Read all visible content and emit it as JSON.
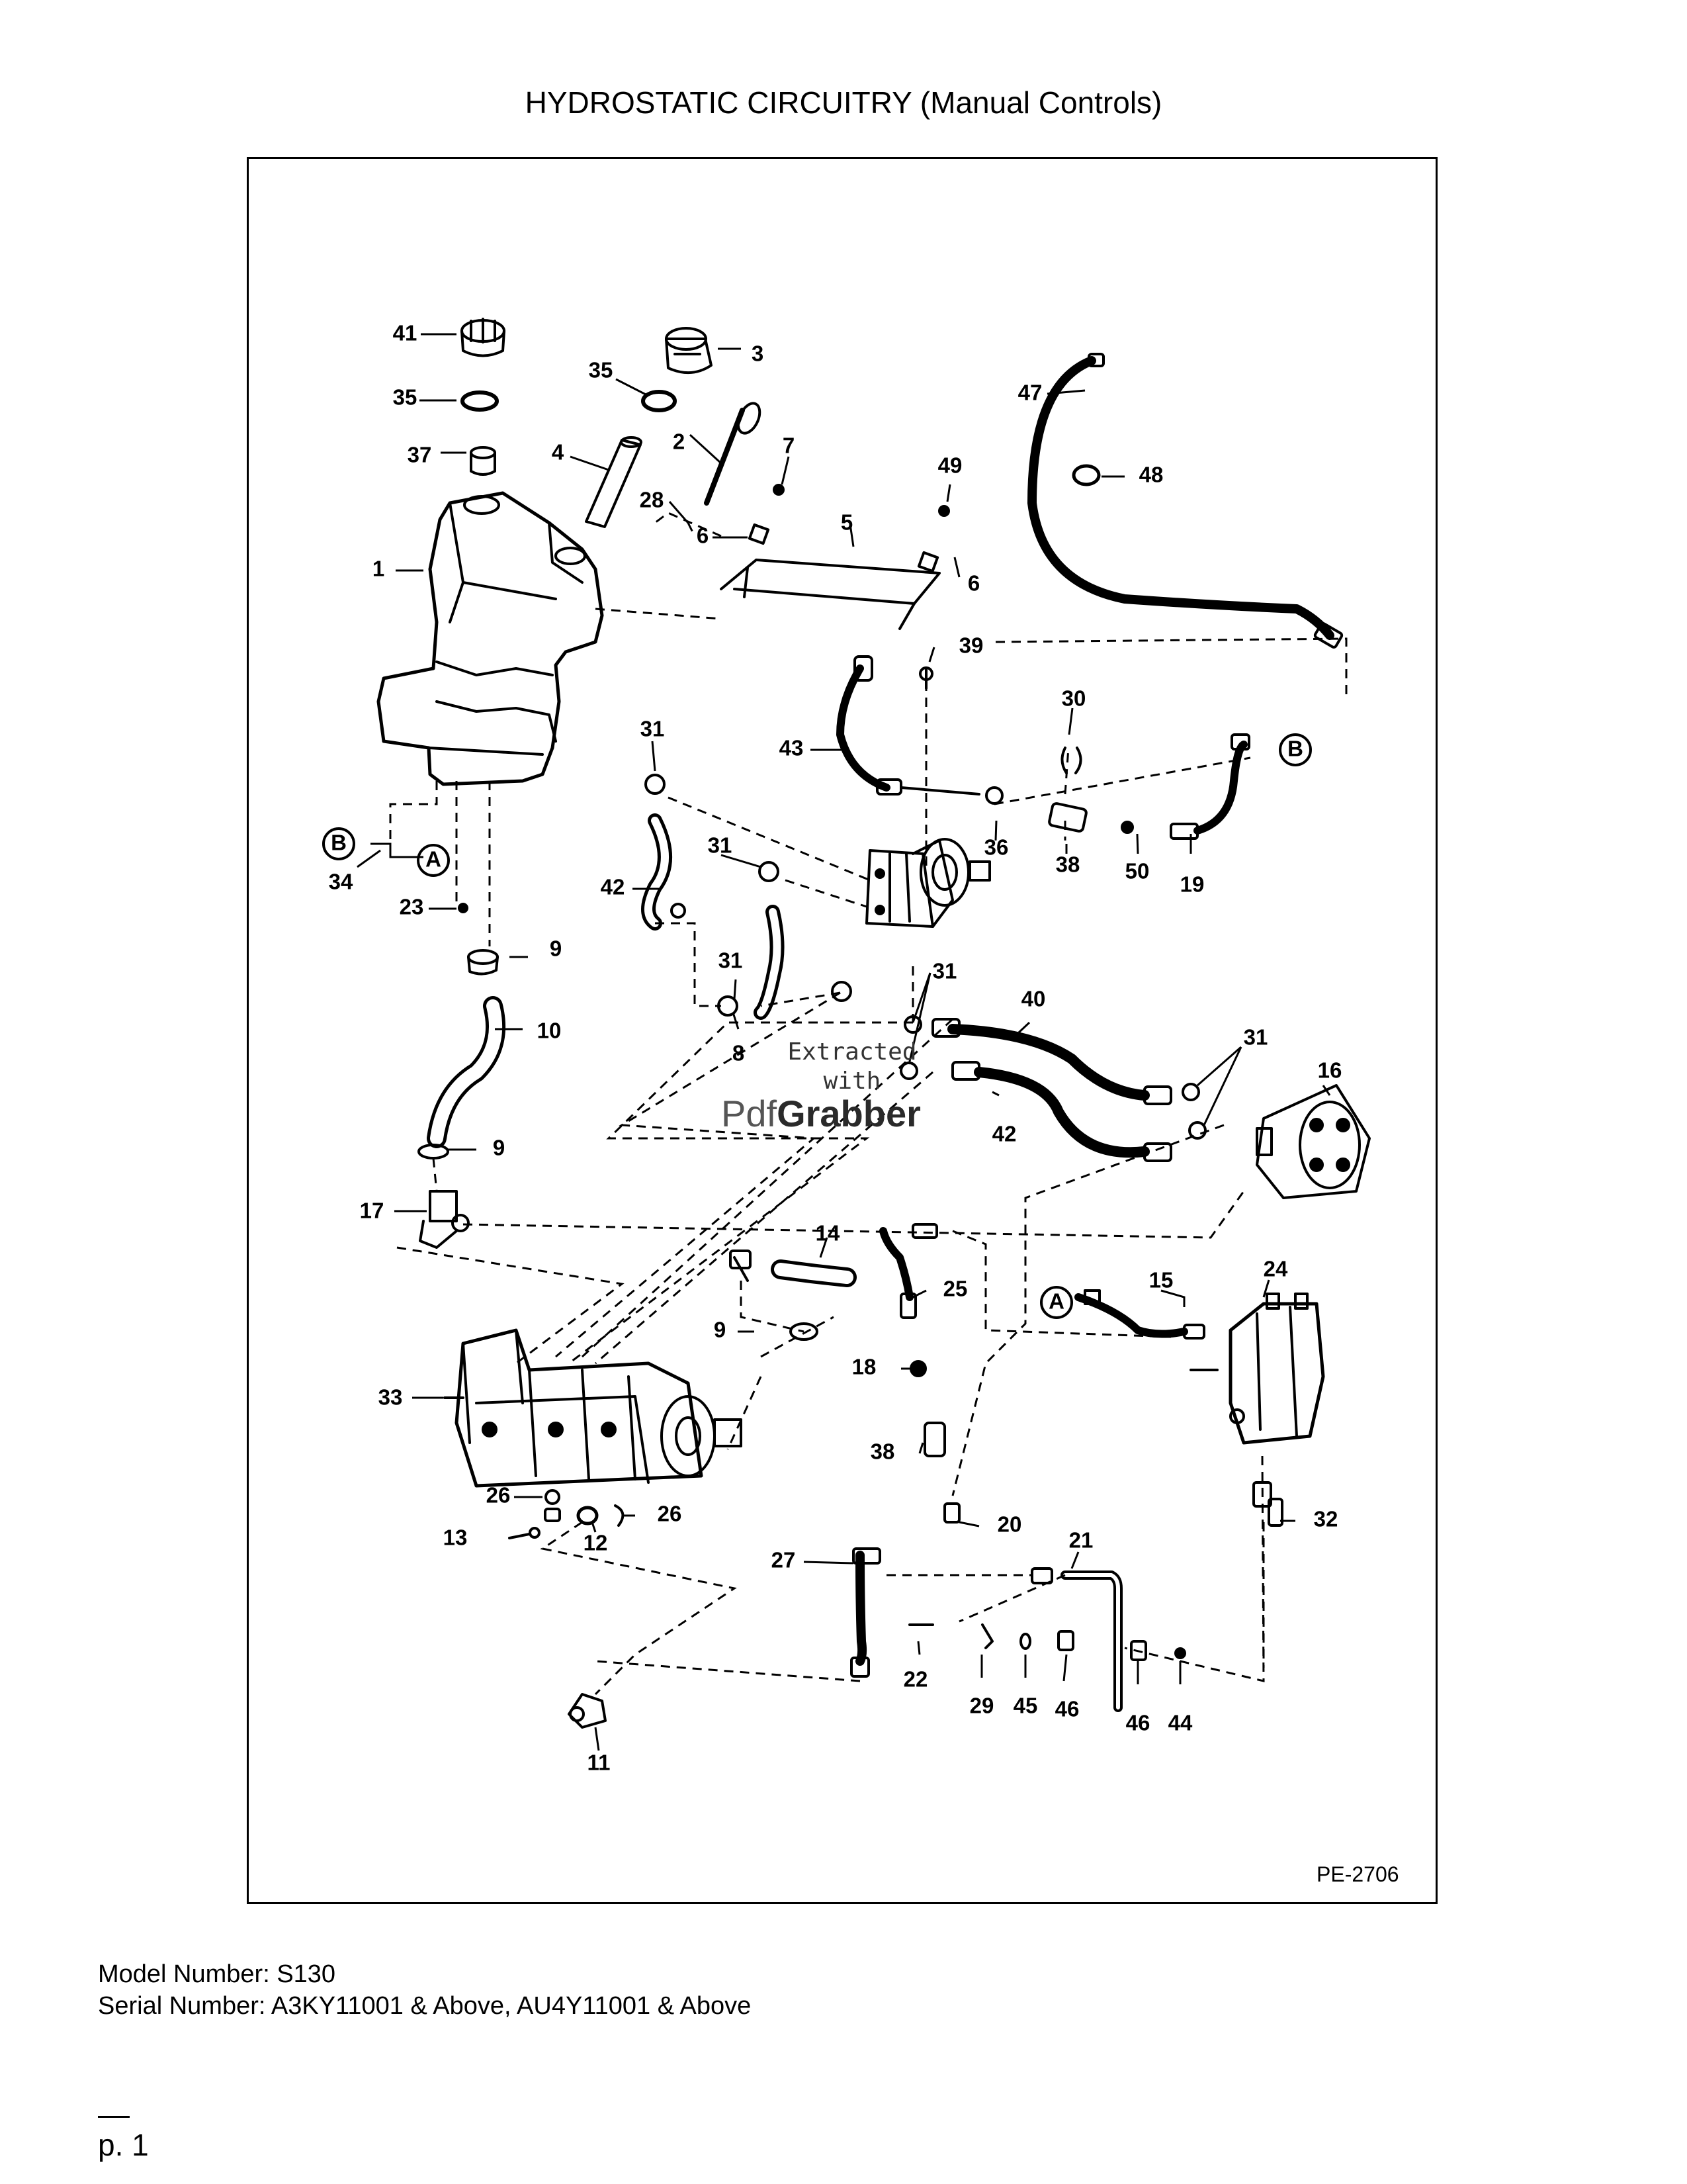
{
  "title": "HYDROSTATIC CIRCUITRY (Manual Controls)",
  "figure_code": "PE-2706",
  "watermark": {
    "line1": "Extracted",
    "line2": "with",
    "brand_a": "Pdf",
    "brand_b": "Grabber"
  },
  "callouts": {
    "c41": "41",
    "c3": "3",
    "c35a": "35",
    "c35b": "35",
    "c37": "37",
    "c4": "4",
    "c2": "2",
    "c7": "7",
    "c47": "47",
    "c48": "48",
    "c49": "49",
    "c28": "28",
    "c6a": "6",
    "c5": "5",
    "c6b": "6",
    "c1": "1",
    "c39": "39",
    "c30": "30",
    "c31a": "31",
    "c43": "43",
    "cBa": "B",
    "cBb": "B",
    "cA1": "A",
    "c34": "34",
    "c23": "23",
    "c36": "36",
    "c38a": "38",
    "c50": "50",
    "c19": "19",
    "c31b": "31",
    "c42a": "42",
    "c9a": "9",
    "c31c": "31",
    "c31d": "31",
    "c40": "40",
    "c8": "8",
    "c10": "10",
    "c31e": "31",
    "c16": "16",
    "c42b": "42",
    "c9b": "9",
    "c17": "17",
    "c14": "14",
    "c24": "24",
    "c25": "25",
    "c15": "15",
    "cA2": "A",
    "c9c": "9",
    "c18": "18",
    "c33": "33",
    "c38b": "38",
    "c26a": "26",
    "c26b": "26",
    "c13": "13",
    "c12": "12",
    "c20": "20",
    "c32": "32",
    "c21": "21",
    "c27": "27",
    "c22": "22",
    "c29": "29",
    "c45": "45",
    "c46a": "46",
    "c46b": "46",
    "c44": "44",
    "c11": "11"
  },
  "footer": {
    "model": "Model Number: S130",
    "serial": "Serial Number: A3KY11001 & Above, AU4Y11001 & Above"
  },
  "page_number": "p. 1"
}
